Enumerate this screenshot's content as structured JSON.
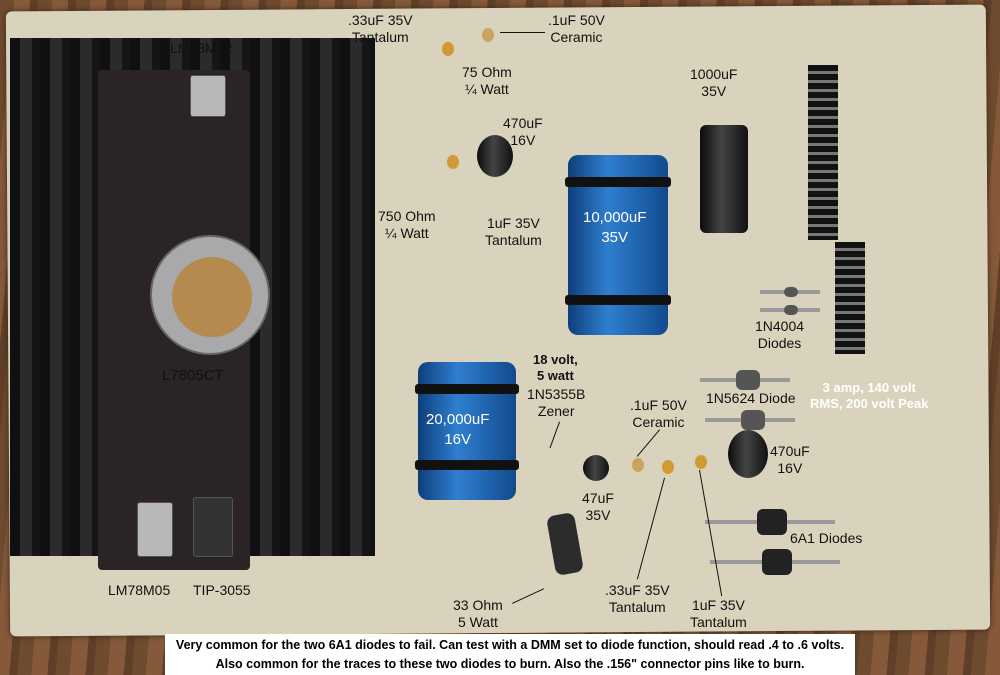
{
  "labels": {
    "tantalum_33_top": ".33uF 35V\nTantalum",
    "ceramic_1_top": ".1uF 50V\nCeramic",
    "lm78m12": "LM78M12",
    "res_75": "75 Ohm\n¼ Watt",
    "cap_1000": "1000uF\n35V",
    "cap_470_top": "470uF\n16V",
    "cap_10000": "10,000uF\n35V",
    "res_750": "750 Ohm\n¼ Watt",
    "tantalum_1_mid": "1uF 35V\nTantalum",
    "diodes_1n4004": "1N4004\nDiodes",
    "l7805ct": "L7805CT",
    "zener_rating": "18 volt,\n5 watt",
    "zener_part": "1N5355B\nZener",
    "cap_20000": "20,000uF\n16V",
    "ceramic_1_mid": ".1uF 50V\nCeramic",
    "diode_1n5624": "1N5624 Diode",
    "diode_rating": "3 amp, 140 volt\nRMS, 200 volt Peak",
    "cap_470_right": "470uF\n16V",
    "cap_47": "47uF\n35V",
    "diodes_6a1": "6A1 Diodes",
    "lm78m05": "LM78M05",
    "tip3055": "TIP-3055",
    "res_33": "33 Ohm\n5 Watt",
    "tantalum_33_bottom": ".33uF 35V\nTantalum",
    "tantalum_1_bottom": "1uF 35V\nTantalum"
  },
  "caption": "Very common for the two 6A1 diodes to fail. Can test with a DMM set to diode function, should read .4 to .6 volts. Also common for the traces to these two diodes to burn. Also the .156\" connector pins like to burn."
}
